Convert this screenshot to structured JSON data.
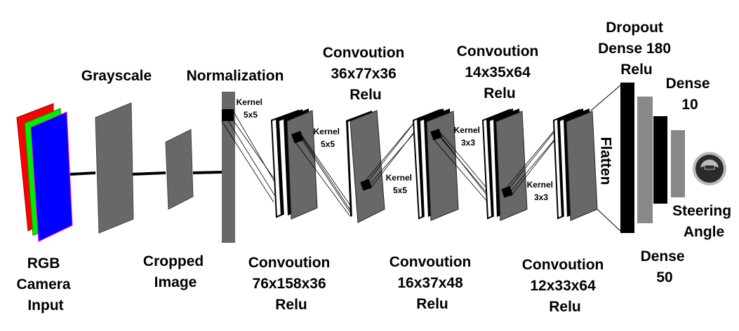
{
  "labels": {
    "rgb_input": [
      "RGB",
      "Camera",
      "Input"
    ],
    "grayscale": "Grayscale",
    "cropped": [
      "Cropped",
      "Image"
    ],
    "normalization": "Normalization",
    "conv1": [
      "Convoution",
      "76x158x36",
      "Relu"
    ],
    "conv2": [
      "Convoution",
      "36x77x36",
      "Relu"
    ],
    "conv3": [
      "Convoution",
      "16x37x48",
      "Relu"
    ],
    "conv4": [
      "Convoution",
      "14x35x64",
      "Relu"
    ],
    "conv5": [
      "Convoution",
      "12x33x64",
      "Relu"
    ],
    "flatten": "Flatten",
    "dense180": [
      "Dropout",
      "Dense 180",
      "Relu"
    ],
    "dense50": [
      "Dense",
      "50"
    ],
    "dense10": [
      "Dense",
      "10"
    ],
    "output": [
      "Steering",
      "Angle"
    ],
    "kernels": [
      [
        "Kernel",
        "5x5"
      ],
      [
        "Kernel",
        "5x5"
      ],
      [
        "Kernel",
        "5x5"
      ],
      [
        "Kernel",
        "3x3"
      ],
      [
        "Kernel",
        "3x3"
      ]
    ]
  },
  "colors": {
    "red_channel": "#ff0000",
    "green_channel": "#00ff00",
    "blue_channel": "#0000ff",
    "layer_gray": "#686868",
    "dense_gray": "#888888",
    "black": "#000000"
  },
  "icons": {
    "output": "steering-wheel-icon"
  }
}
